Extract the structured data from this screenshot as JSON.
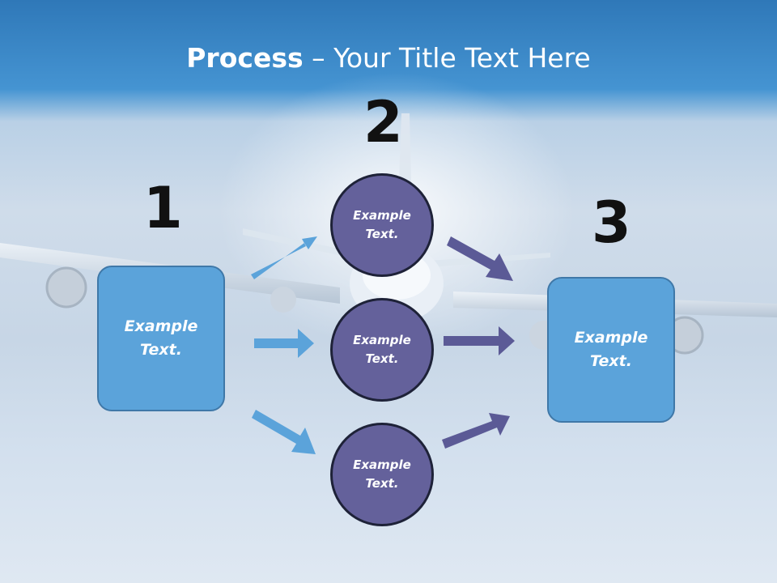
{
  "title": {
    "bold": "Process",
    "rest": " – Your Title Text Here"
  },
  "steps": [
    {
      "number": "1",
      "text": "Example Text."
    },
    {
      "number": "2",
      "circles": [
        "Example Text.",
        "Example Text.",
        "Example Text."
      ]
    },
    {
      "number": "3",
      "text": "Example Text."
    }
  ],
  "colors": {
    "box_fill": "#5ba3da",
    "circle_fill": "#64619b",
    "arrow_left": "#5ba3da",
    "arrow_right": "#5b5a96"
  }
}
